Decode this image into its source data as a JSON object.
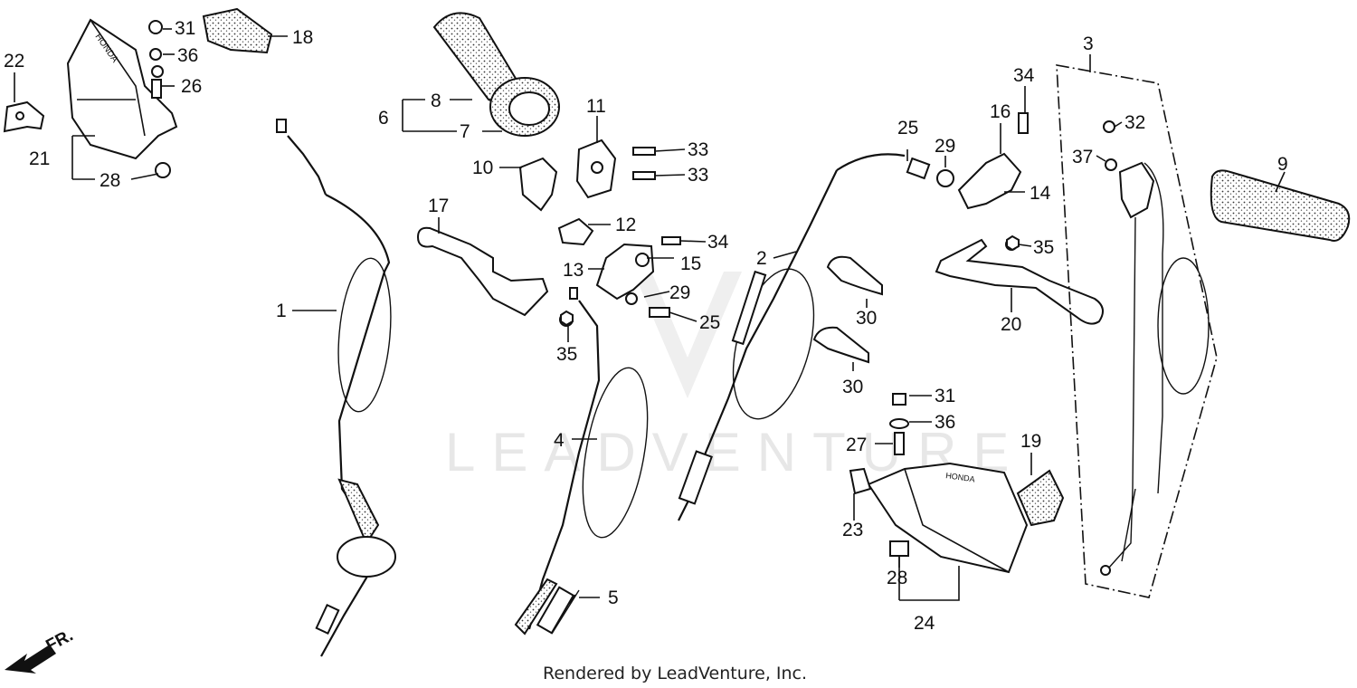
{
  "watermark": "LEADVENTURE",
  "footer": "Rendered by LeadVenture, Inc.",
  "direction_label": "FR.",
  "parts": [
    {
      "id": "p1",
      "label": "1"
    },
    {
      "id": "p2",
      "label": "2"
    },
    {
      "id": "p3",
      "label": "3"
    },
    {
      "id": "p4",
      "label": "4"
    },
    {
      "id": "p5",
      "label": "5"
    },
    {
      "id": "p6",
      "label": "6"
    },
    {
      "id": "p7",
      "label": "7"
    },
    {
      "id": "p8",
      "label": "8"
    },
    {
      "id": "p9",
      "label": "9"
    },
    {
      "id": "p10",
      "label": "10"
    },
    {
      "id": "p11",
      "label": "11"
    },
    {
      "id": "p12",
      "label": "12"
    },
    {
      "id": "p13",
      "label": "13"
    },
    {
      "id": "p14",
      "label": "14"
    },
    {
      "id": "p15",
      "label": "15"
    },
    {
      "id": "p16",
      "label": "16"
    },
    {
      "id": "p17",
      "label": "17"
    },
    {
      "id": "p18",
      "label": "18"
    },
    {
      "id": "p19",
      "label": "19"
    },
    {
      "id": "p20",
      "label": "20"
    },
    {
      "id": "p21",
      "label": "21"
    },
    {
      "id": "p22",
      "label": "22"
    },
    {
      "id": "p23",
      "label": "23"
    },
    {
      "id": "p24",
      "label": "24"
    },
    {
      "id": "p25a",
      "label": "25"
    },
    {
      "id": "p25b",
      "label": "25"
    },
    {
      "id": "p26",
      "label": "26"
    },
    {
      "id": "p27",
      "label": "27"
    },
    {
      "id": "p28a",
      "label": "28"
    },
    {
      "id": "p28b",
      "label": "28"
    },
    {
      "id": "p29a",
      "label": "29"
    },
    {
      "id": "p29b",
      "label": "29"
    },
    {
      "id": "p30a",
      "label": "30"
    },
    {
      "id": "p30b",
      "label": "30"
    },
    {
      "id": "p31a",
      "label": "31"
    },
    {
      "id": "p31b",
      "label": "31"
    },
    {
      "id": "p32",
      "label": "32"
    },
    {
      "id": "p33a",
      "label": "33"
    },
    {
      "id": "p33b",
      "label": "33"
    },
    {
      "id": "p34a",
      "label": "34"
    },
    {
      "id": "p34b",
      "label": "34"
    },
    {
      "id": "p35a",
      "label": "35"
    },
    {
      "id": "p35b",
      "label": "35"
    },
    {
      "id": "p36a",
      "label": "36"
    },
    {
      "id": "p36b",
      "label": "36"
    },
    {
      "id": "p37",
      "label": "37"
    }
  ]
}
